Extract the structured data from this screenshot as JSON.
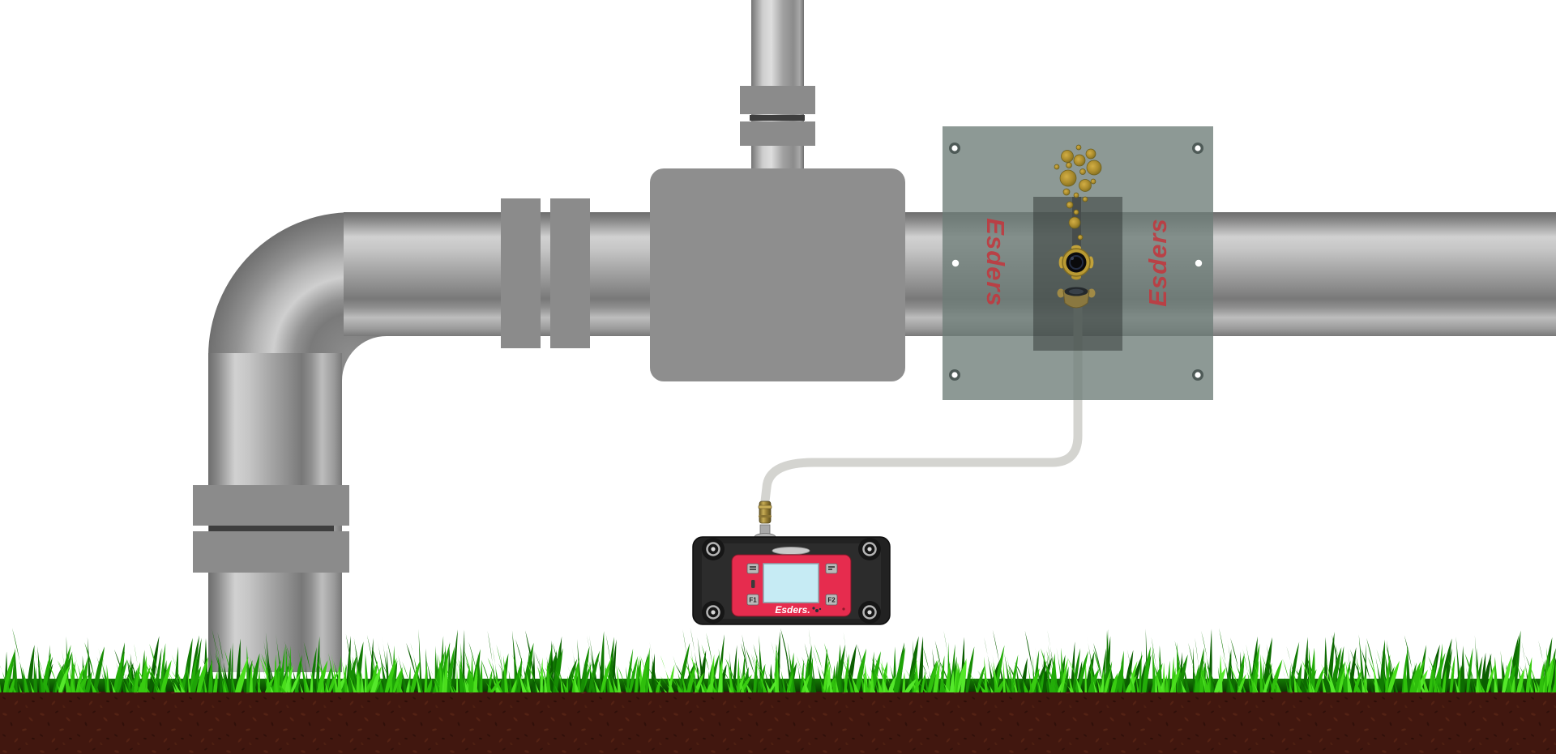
{
  "panel": {
    "brand_left": "Esders",
    "brand_right": "Esders",
    "brand_color": "#c03a40",
    "screw_count": 6
  },
  "device": {
    "logo": "Esders.",
    "button_f1": "F1",
    "button_f2": "F2",
    "body_color": "#e62c4e",
    "screen_color": "#c6ebf4",
    "case_color": "#222222"
  },
  "icons": {
    "device_top_left": "display-mode-icon",
    "device_top_right": "backlight-icon",
    "device_battery": "battery-indicator-icon",
    "panel_screws": "screw-icon",
    "sensor": "sensor-port-icon",
    "bubbles": "gas-bubbles-icon"
  },
  "colors": {
    "pipe_highlight": "#d1d1d1",
    "pipe_shadow": "#6d6d6d",
    "coupling": "#8b8b8b",
    "coupling_gap_line": "#3e3e3e",
    "junction_box": "#8e8e8e",
    "panel_overlay": "rgba(109,124,119,0.78)",
    "patch_overlay": "rgba(47,54,52,0.5)",
    "bubble_gold": "#b08f2e",
    "hose": "#d4d4d0",
    "grass_bright": "#4ade1d",
    "grass_dark": "#0d6b01",
    "soil": "#41170f"
  }
}
